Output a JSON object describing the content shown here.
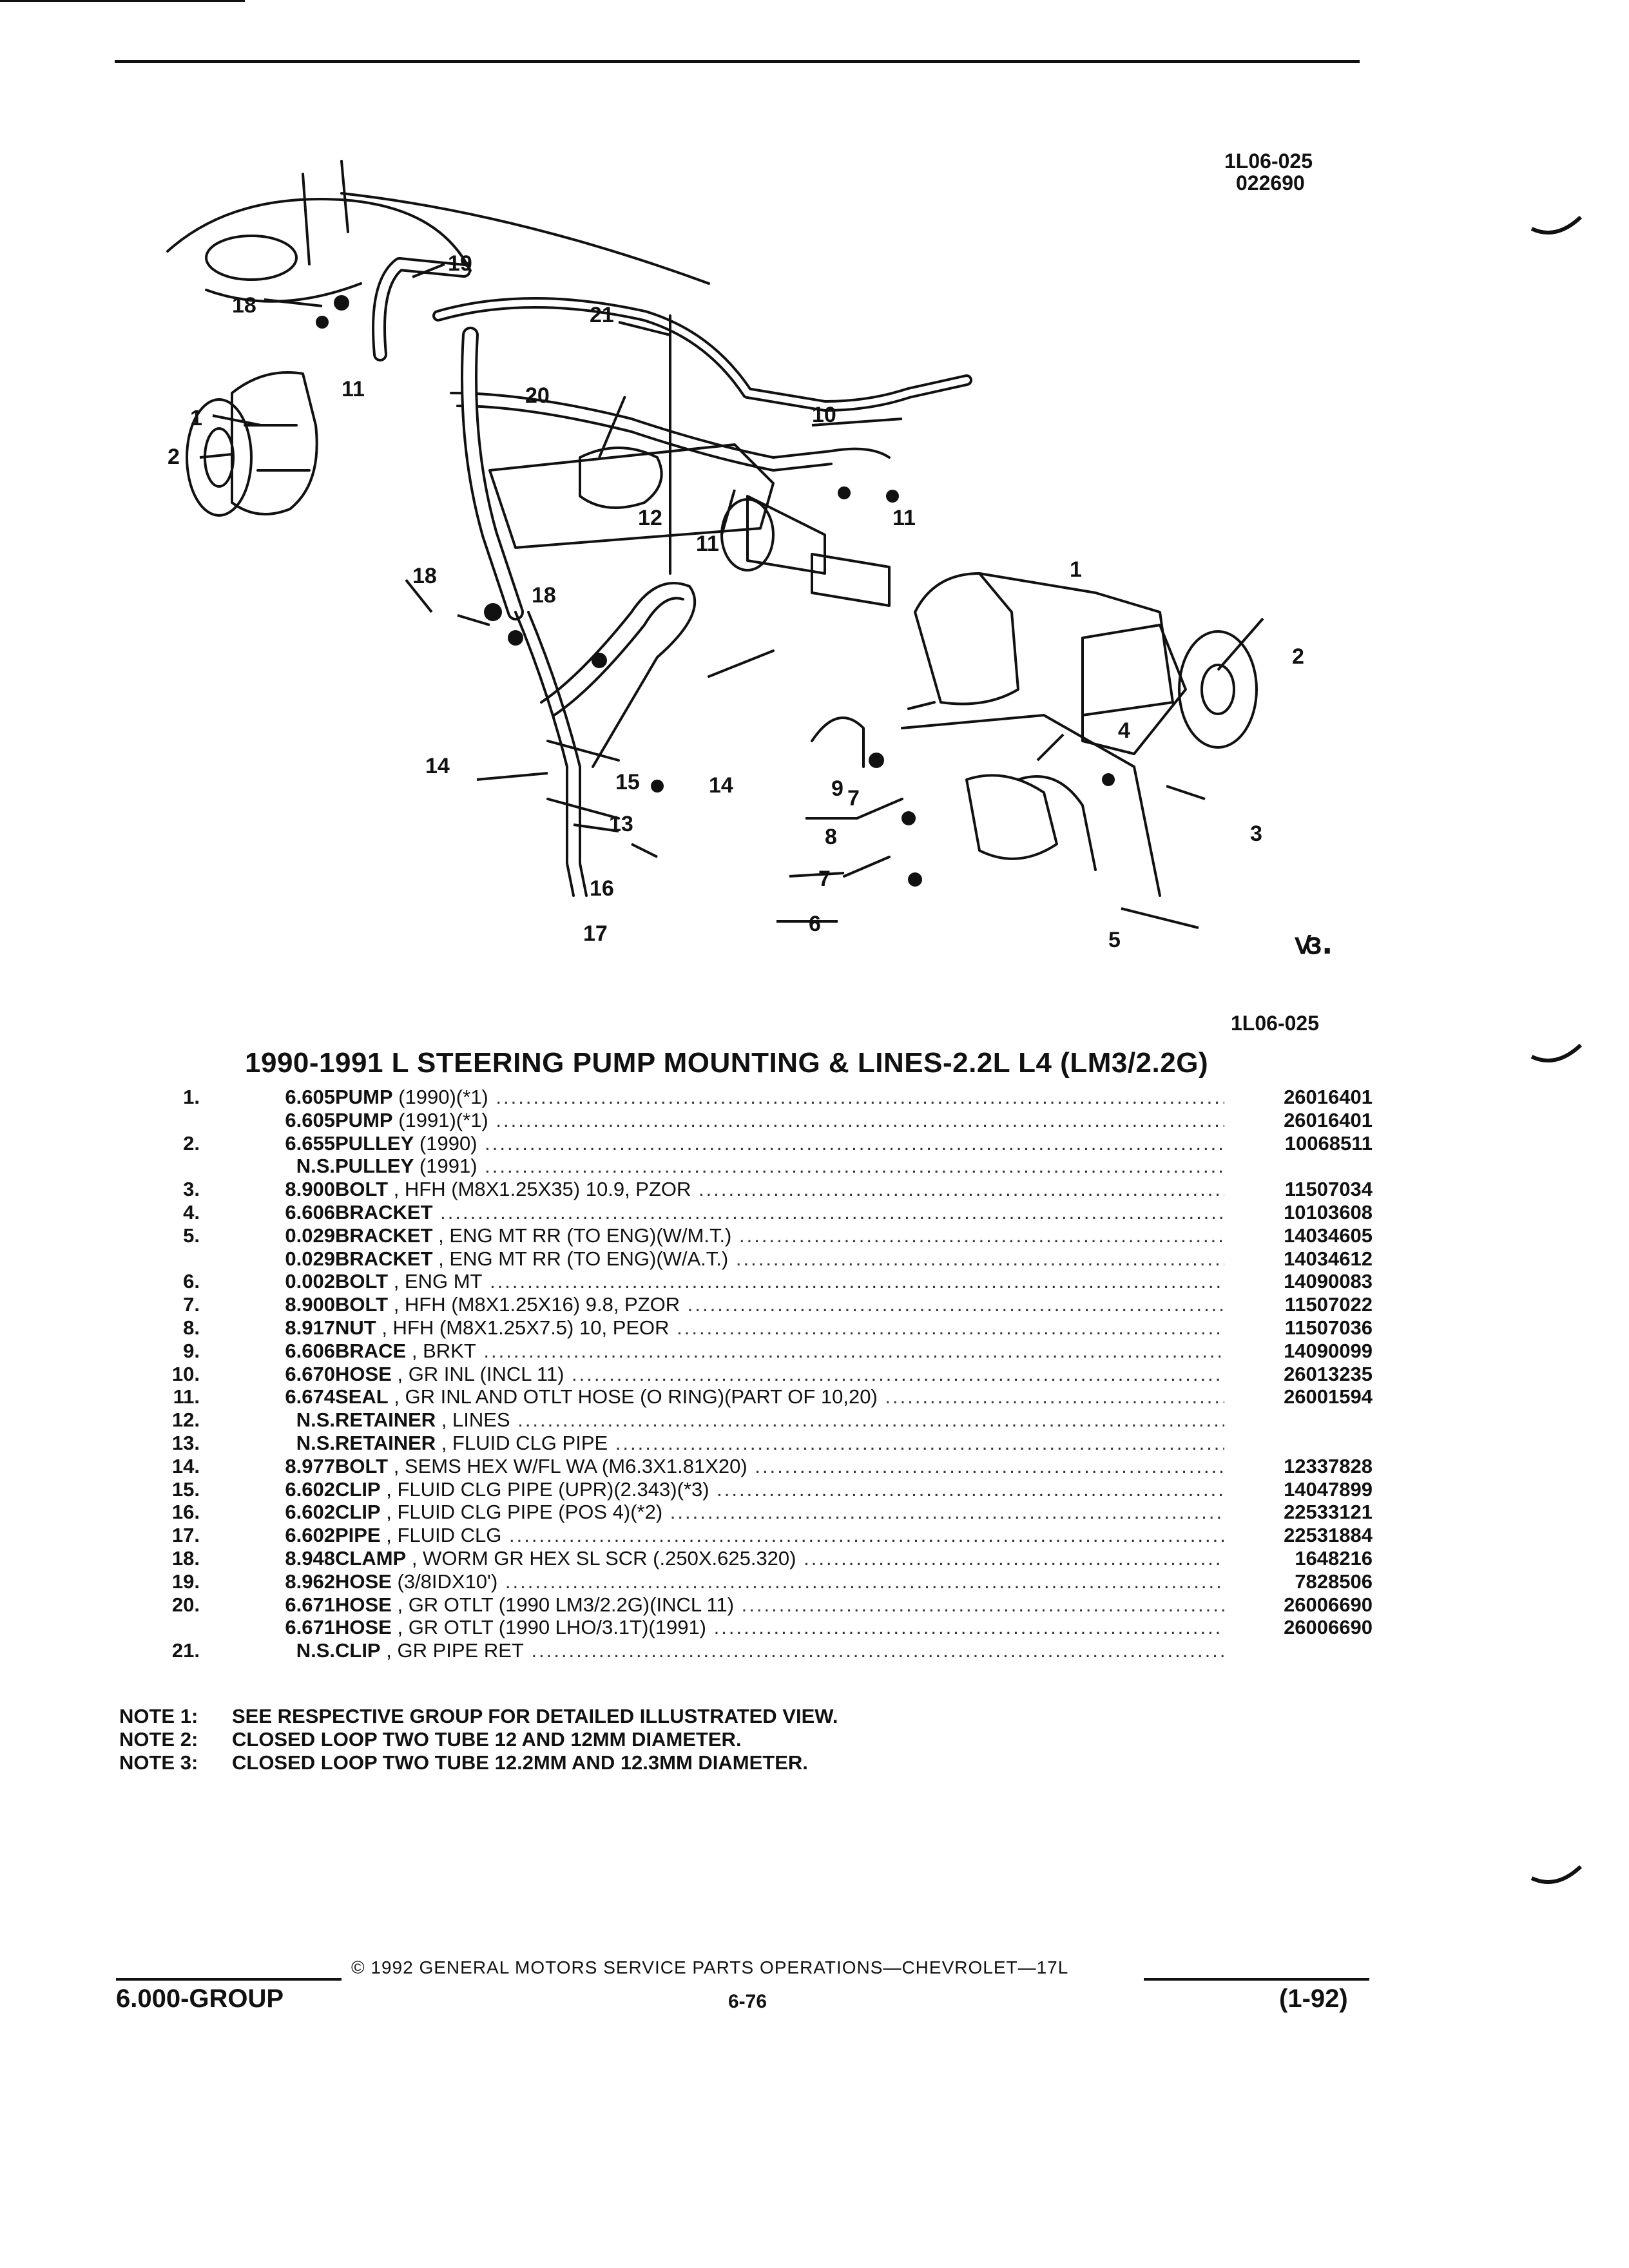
{
  "header": {
    "code_top": "1L06-025",
    "date_code": "022690",
    "code_bottom": "1L06-025"
  },
  "diagram": {
    "callouts": [
      "1",
      "2",
      "3",
      "4",
      "5",
      "6",
      "7",
      "8",
      "9",
      "10",
      "11",
      "12",
      "13",
      "14",
      "15",
      "16",
      "17",
      "18",
      "19",
      "20",
      "21"
    ]
  },
  "title": "1990-1991 L STEERING PUMP MOUNTING & LINES-2.2L L4 (LM3/2.2G)",
  "parts": [
    {
      "num": "1.",
      "grp": "6.605",
      "name": "PUMP",
      "spec": " (1990)(*1)",
      "pn": "26016401"
    },
    {
      "num": "",
      "grp": "6.605",
      "name": "PUMP",
      "spec": " (1991)(*1)",
      "pn": "26016401"
    },
    {
      "num": "2.",
      "grp": "6.655",
      "name": "PULLEY",
      "spec": " (1990)",
      "pn": "10068511"
    },
    {
      "num": "",
      "grp": "N.S.",
      "name": "PULLEY",
      "spec": " (1991)",
      "pn": ""
    },
    {
      "num": "3.",
      "grp": "8.900",
      "name": "BOLT",
      "spec": " , HFH (M8X1.25X35) 10.9, PZOR",
      "pn": "11507034"
    },
    {
      "num": "4.",
      "grp": "6.606",
      "name": "BRACKET",
      "spec": "",
      "pn": "10103608"
    },
    {
      "num": "5.",
      "grp": "0.029",
      "name": "BRACKET",
      "spec": " , ENG MT RR (TO ENG)(W/M.T.)",
      "pn": "14034605"
    },
    {
      "num": "",
      "grp": "0.029",
      "name": "BRACKET",
      "spec": " , ENG MT RR (TO ENG)(W/A.T.)",
      "pn": "14034612"
    },
    {
      "num": "6.",
      "grp": "0.002",
      "name": "BOLT",
      "spec": " , ENG MT",
      "pn": "14090083"
    },
    {
      "num": "7.",
      "grp": "8.900",
      "name": "BOLT",
      "spec": " , HFH (M8X1.25X16) 9.8, PZOR",
      "pn": "11507022"
    },
    {
      "num": "8.",
      "grp": "8.917",
      "name": "NUT",
      "spec": " , HFH (M8X1.25X7.5) 10, PEOR",
      "pn": "11507036"
    },
    {
      "num": "9.",
      "grp": "6.606",
      "name": "BRACE",
      "spec": " , BRKT",
      "pn": "14090099"
    },
    {
      "num": "10.",
      "grp": "6.670",
      "name": "HOSE",
      "spec": " , GR INL (INCL 11)",
      "pn": "26013235"
    },
    {
      "num": "11.",
      "grp": "6.674",
      "name": "SEAL",
      "spec": " , GR INL AND OTLT HOSE (O RING)(PART OF 10,20)",
      "pn": "26001594"
    },
    {
      "num": "12.",
      "grp": "N.S.",
      "name": "RETAINER",
      "spec": " , LINES",
      "pn": ""
    },
    {
      "num": "13.",
      "grp": "N.S.",
      "name": "RETAINER",
      "spec": " , FLUID CLG PIPE",
      "pn": ""
    },
    {
      "num": "14.",
      "grp": "8.977",
      "name": "BOLT",
      "spec": " , SEMS HEX W/FL WA (M6.3X1.81X20)",
      "pn": "12337828"
    },
    {
      "num": "15.",
      "grp": "6.602",
      "name": "CLIP",
      "spec": " , FLUID CLG PIPE (UPR)(2.343)(*3)",
      "pn": "14047899"
    },
    {
      "num": "16.",
      "grp": "6.602",
      "name": "CLIP",
      "spec": " , FLUID CLG PIPE (POS 4)(*2)",
      "pn": "22533121"
    },
    {
      "num": "17.",
      "grp": "6.602",
      "name": "PIPE",
      "spec": " , FLUID CLG",
      "pn": "22531884"
    },
    {
      "num": "18.",
      "grp": "8.948",
      "name": "CLAMP",
      "spec": " , WORM GR HEX SL SCR (.250X.625.320)",
      "pn": "1648216"
    },
    {
      "num": "19.",
      "grp": "8.962",
      "name": "HOSE",
      "spec": " (3/8IDX10')",
      "pn": "7828506"
    },
    {
      "num": "20.",
      "grp": "6.671",
      "name": "HOSE",
      "spec": " , GR OTLT (1990 LM3/2.2G)(INCL 11)",
      "pn": "26006690"
    },
    {
      "num": "",
      "grp": "6.671",
      "name": "HOSE",
      "spec": " , GR OTLT (1990 LHO/3.1T)(1991)",
      "pn": "26006690"
    },
    {
      "num": "21.",
      "grp": "N.S.",
      "name": "CLIP",
      "spec": " , GR PIPE RET",
      "pn": ""
    }
  ],
  "notes": [
    {
      "label": "NOTE 1:",
      "text": "SEE RESPECTIVE GROUP FOR DETAILED ILLUSTRATED VIEW."
    },
    {
      "label": "NOTE 2:",
      "text": "CLOSED LOOP TWO TUBE 12 AND 12MM DIAMETER."
    },
    {
      "label": "NOTE 3:",
      "text": "CLOSED LOOP TWO TUBE 12.2MM AND 12.3MM DIAMETER."
    }
  ],
  "footer": {
    "copyright": "© 1992 GENERAL MOTORS SERVICE PARTS OPERATIONS—CHEVROLET—17L",
    "group": "6.000-GROUP",
    "page": "6-76",
    "date": "(1-92)"
  }
}
